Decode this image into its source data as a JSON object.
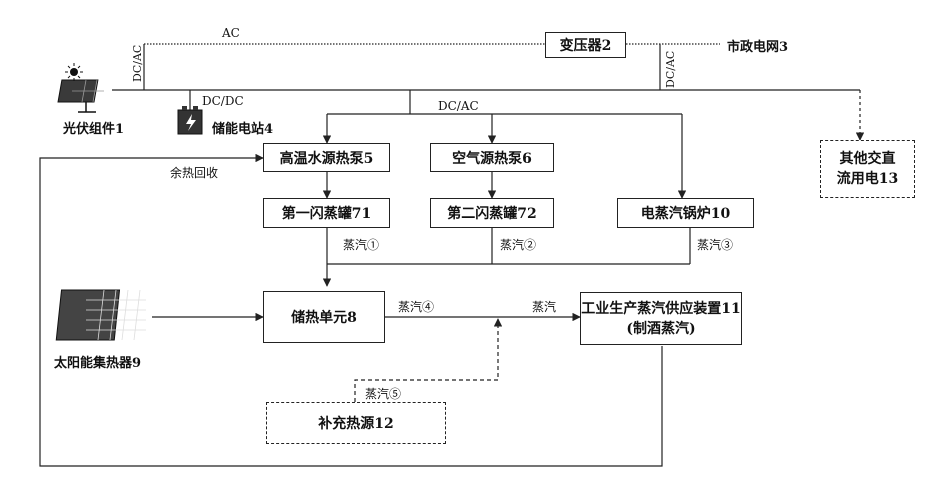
{
  "nodes": {
    "transformer": "变压器2",
    "grid": "市政电网3",
    "pv": "光伏组件1",
    "storage": "储能电站4",
    "hp_water": "高温水源热泵5",
    "hp_air": "空气源热泵6",
    "flash1": "第一闪蒸罐71",
    "flash2": "第二闪蒸罐72",
    "boiler": "电蒸汽锅炉10",
    "heat_storage": "储热单元8",
    "solar": "太阳能集热器9",
    "supplement": "补充热源12",
    "industrial_line1": "工业生产蒸汽供应装置11",
    "industrial_line2": "(制酒蒸汽)",
    "other_line1": "其他交直",
    "other_line2": "流用电13"
  },
  "labels": {
    "ac": "AC",
    "dcac_left": "DC/AC",
    "dcac_right": "DC/AC",
    "dcdc": "DC/DC",
    "dcac_mid": "DC/AC",
    "heat_recovery": "余热回收",
    "steam1": "蒸汽①",
    "steam2": "蒸汽②",
    "steam3": "蒸汽③",
    "steam4": "蒸汽④",
    "steam": "蒸汽",
    "steam5": "蒸汽⑤"
  },
  "colors": {
    "line": "#222222",
    "background": "#ffffff"
  }
}
